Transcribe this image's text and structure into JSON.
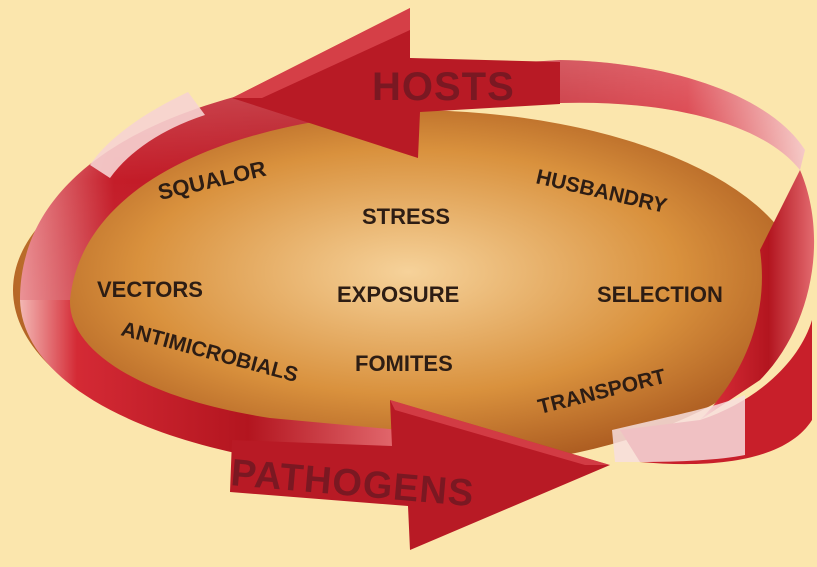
{
  "cycle": {
    "top_label": "HOSTS",
    "bottom_label": "PATHOGENS"
  },
  "factors": {
    "squalor": "SQUALOR",
    "husbandry": "HUSBANDRY",
    "stress": "STRESS",
    "vectors": "VECTORS",
    "exposure": "EXPOSURE",
    "selection": "SELECTION",
    "antimicrobials": "ANTIMICROBIALS",
    "fomites": "FOMITES",
    "transport": "TRANSPORT"
  },
  "colors": {
    "background": "#fbe6ad",
    "arrow_red": "#c81f2a",
    "arrow_dark": "#8a0f18",
    "ellipse_center": "#f4c98a",
    "ellipse_edge": "#a5521c",
    "text": "#2d1d14",
    "arrow_text": "#7a1822"
  }
}
